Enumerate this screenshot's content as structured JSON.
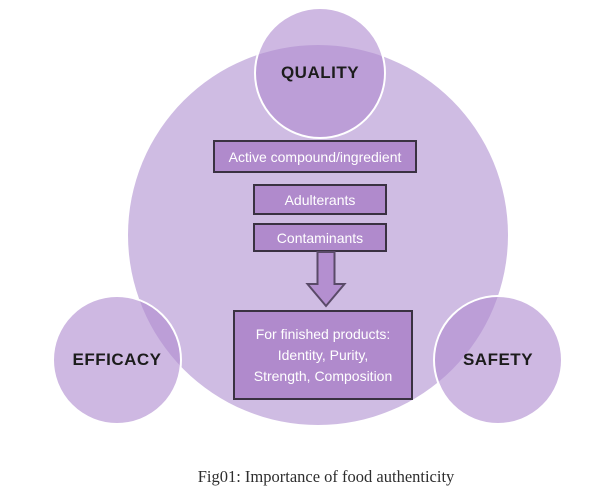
{
  "figure": {
    "circles": {
      "quality": "QUALITY",
      "efficacy": "EFFICACY",
      "safety": "SAFETY"
    },
    "flow": {
      "active_compound": "Active compound/ingredient",
      "adulterants": "Adulterants",
      "contaminants": "Contaminants",
      "finished_products": {
        "line1": "For finished products:",
        "line2": "Identity, Purity,",
        "line3": "Strength, Composition"
      }
    },
    "caption": "Fig01: Importance of food authenticity",
    "colors": {
      "big_circle_fill": "#cfbce3",
      "small_circle_fill": "#b18cd1",
      "small_circle_border": "#ffffff",
      "box_fill": "#b08acc",
      "box_border": "#3a3142",
      "arrow_fill": "#b48fd0",
      "arrow_border": "#5a4a68",
      "circle_label_text": "#1c1c1c",
      "box_text": "#ffffff",
      "caption_text": "#2e2e2e"
    }
  }
}
